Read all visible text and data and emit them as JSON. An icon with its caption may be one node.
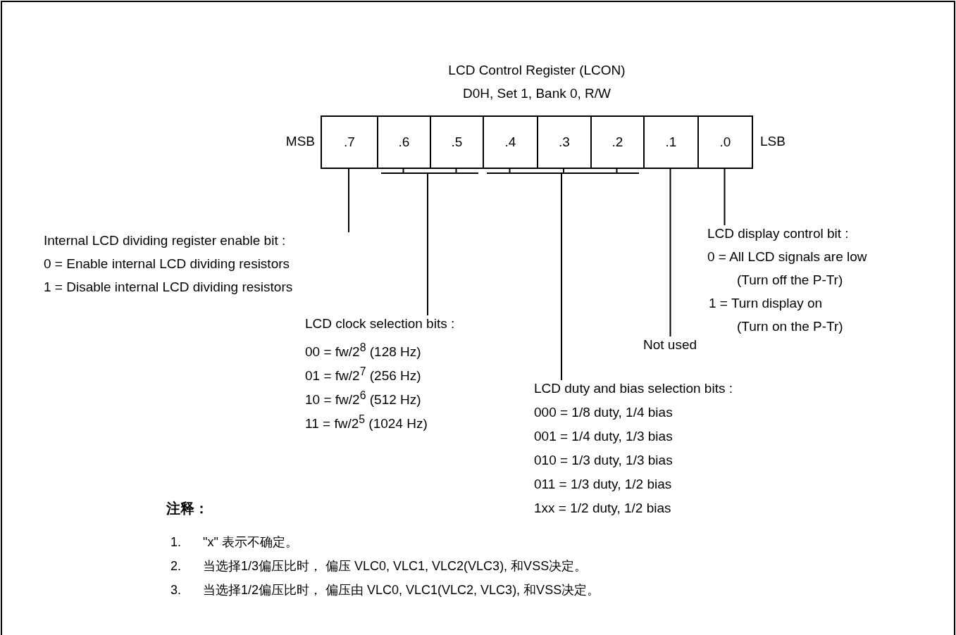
{
  "diagram": {
    "title": "LCD Control Register  (LCON)",
    "nodes": [
      {
        "text": [
          ".7"
        ],
        "beside": [
          "MSB"
        ]
      },
      {
        "text": [
          ".6"
        ]
      },
      {
        "text": [
          ".5"
        ]
      },
      {
        "text": [
          ".4"
        ]
      },
      {
        "text": [
          ".3"
        ]
      },
      {
        "text": [
          ".2"
        ]
      },
      {
        "text": [
          ".1"
        ]
      },
      {
        "text": [
          ".0"
        ],
        "beside": [
          "LSB"
        ]
      },
      {
        "text": [
          "Internal LCD dividing register enable bit :",
          "0 =  Enable internal LCD dividing resistors",
          "1 = Disable internal LCD dividing resistors"
        ]
      },
      {
        "text": [
          "LCD clock selection bits :",
          "00 = fw/2$^{8}$  (128 Hz)",
          "01 = fw/2$^{7}$  (256 Hz)",
          "10 = fw/2$^{6}$  (512 Hz)",
          "11 = fw/2$^{5}$  (1024 Hz)"
        ]
      },
      {
        "text": [
          "LCD duty and bias selection bits :",
          "000 = 1/8 duty, 1/4 bias",
          "001 = 1/4 duty, 1/3 bias",
          "010 = 1/3 duty, 1/3 bias",
          "011 = 1/3 duty, 1/2 bias",
          "1xx = 1/2 duty, 1/2 bias"
        ]
      },
      {
        "text": [
          "Not used"
        ]
      },
      {
        "text": [
          "LCD display control bit :",
          "0 = All LCD signals are low",
          "(Turn off the P-Tr)",
          "1 = Turn display on",
          "(Turn on the P-Tr)"
        ]
      }
    ],
    "edges": [
      {
        "from": 0,
        "to": 8,
        "arrow": "none"
      },
      {
        "from": 1,
        "to": 9,
        "arrow": "none"
      },
      {
        "from": 2,
        "to": 9,
        "arrow": "none"
      },
      {
        "from": 3,
        "to": 10,
        "arrow": "none"
      },
      {
        "from": 4,
        "to": 10,
        "arrow": "none"
      },
      {
        "from": 5,
        "to": 10,
        "arrow": "none"
      },
      {
        "from": 6,
        "to": 11,
        "arrow": "none"
      },
      {
        "from": 7,
        "to": 12,
        "arrow": "none"
      }
    ],
    "labels": [
      "D0H, Set 1, Bank 0, R/W",
      "注释：",
      "1.",
      "\"x\" 表示不确定。",
      "2.",
      "当选择1/3偏压比时， 偏压 VLC0, VLC1, VLC2(VLC3), 和VSS决定。",
      "3.",
      "当选择1/2偏压比时， 偏压由 VLC0, VLC1(VLC2, VLC3), 和VSS决定。"
    ]
  }
}
